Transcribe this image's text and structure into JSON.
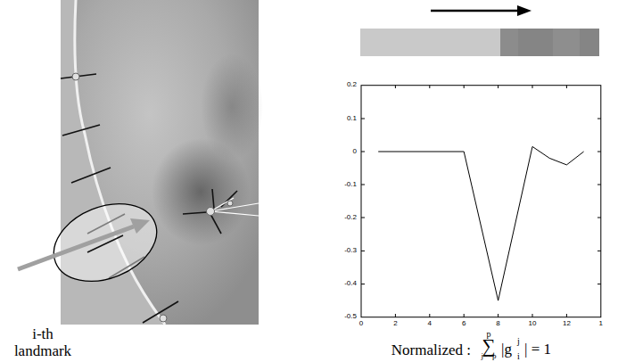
{
  "diagram": {
    "labels": [
      "i-th landmark",
      "0.2",
      "0.1",
      "0",
      "-0.1",
      "-0.2",
      "-0.3",
      "-0.4",
      "-0.5",
      "0",
      "2",
      "4",
      "6",
      "8",
      "10",
      "12",
      "1",
      "Normalized :",
      "∑",
      "p",
      "j=−p",
      "|g",
      "i",
      "j",
      "| = 1"
    ]
  }
}
